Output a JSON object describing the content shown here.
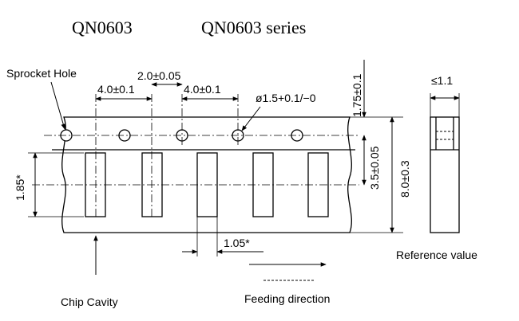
{
  "header": {
    "part_number": "QN0603",
    "series_label": "QN0603 series"
  },
  "labels": {
    "sprocket_hole": "Sprocket Hole",
    "chip_cavity": "Chip Cavity",
    "feeding_direction": "Feeding direction",
    "reference_value": "Reference value"
  },
  "dimensions": {
    "sprocket_to_cavity": "2.0±0.05",
    "sprocket_pitch": "4.0±0.1",
    "cavity_pitch": "4.0±0.1",
    "sprocket_hole_diameter": "ø1.5+0.1/−0",
    "edge_to_hole_center": "1.75±0.1",
    "hole_to_cavity_center": "3.5±0.05",
    "tape_width": "8.0±0.3",
    "cavity_length": "1.85*",
    "cavity_width": "1.05*",
    "thickness": "≤1.1"
  },
  "colors": {
    "line": "#000000",
    "background": "#ffffff"
  }
}
